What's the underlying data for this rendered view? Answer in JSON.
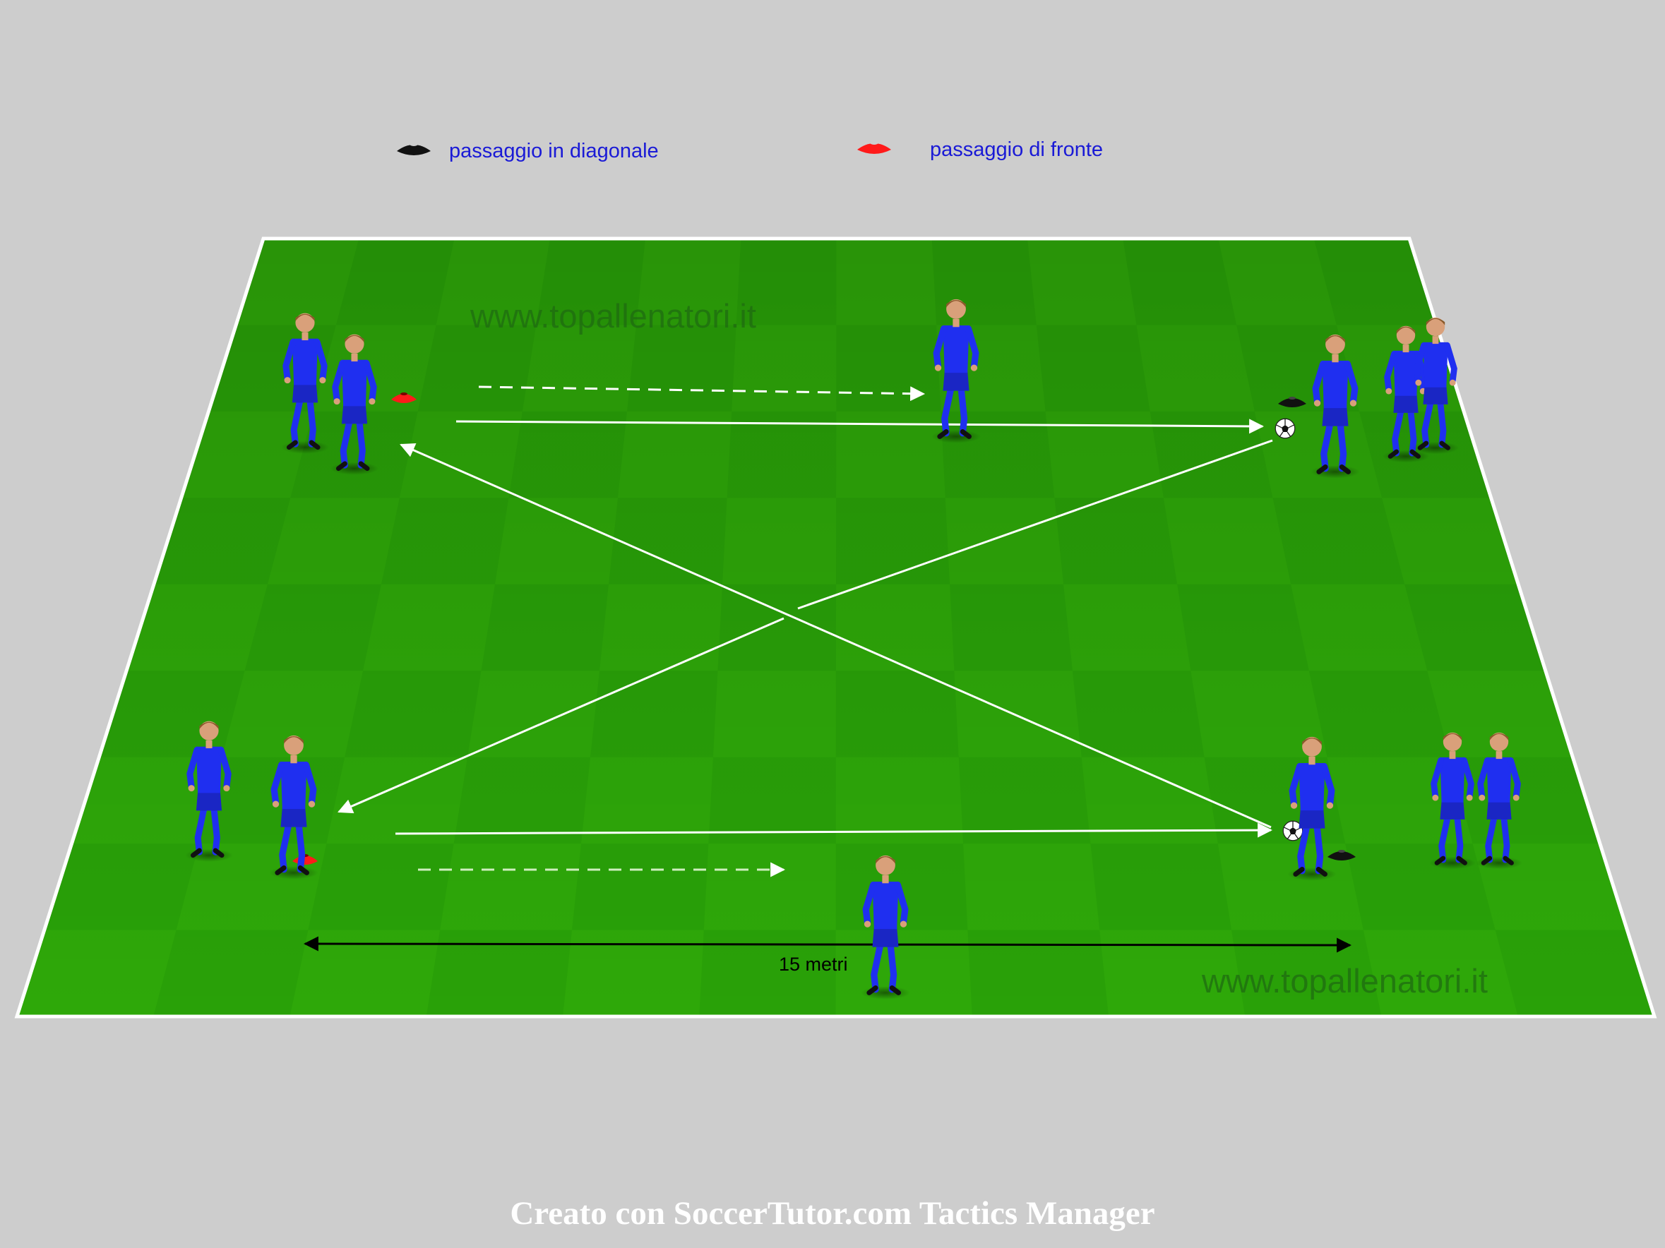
{
  "legend": {
    "items": [
      {
        "cone_color": "#111111",
        "label": "passaggio in diagonale"
      },
      {
        "cone_color": "#ff1a1a",
        "label": "passaggio di fronte"
      }
    ]
  },
  "watermark": {
    "top": "www.topallenatori.it",
    "bottom": "www.topallenatori.it"
  },
  "dimension": {
    "label": "15 metri"
  },
  "footer": {
    "credit": "Creato con SoccerTutor.com Tactics Manager"
  },
  "colors": {
    "background": "#cdcdcd",
    "pitch_light": "#33b30a",
    "pitch_dark": "#279a08",
    "kit": "#1f2ff0",
    "text_blue": "#1a1ad6",
    "line_white": "#ffffff"
  }
}
